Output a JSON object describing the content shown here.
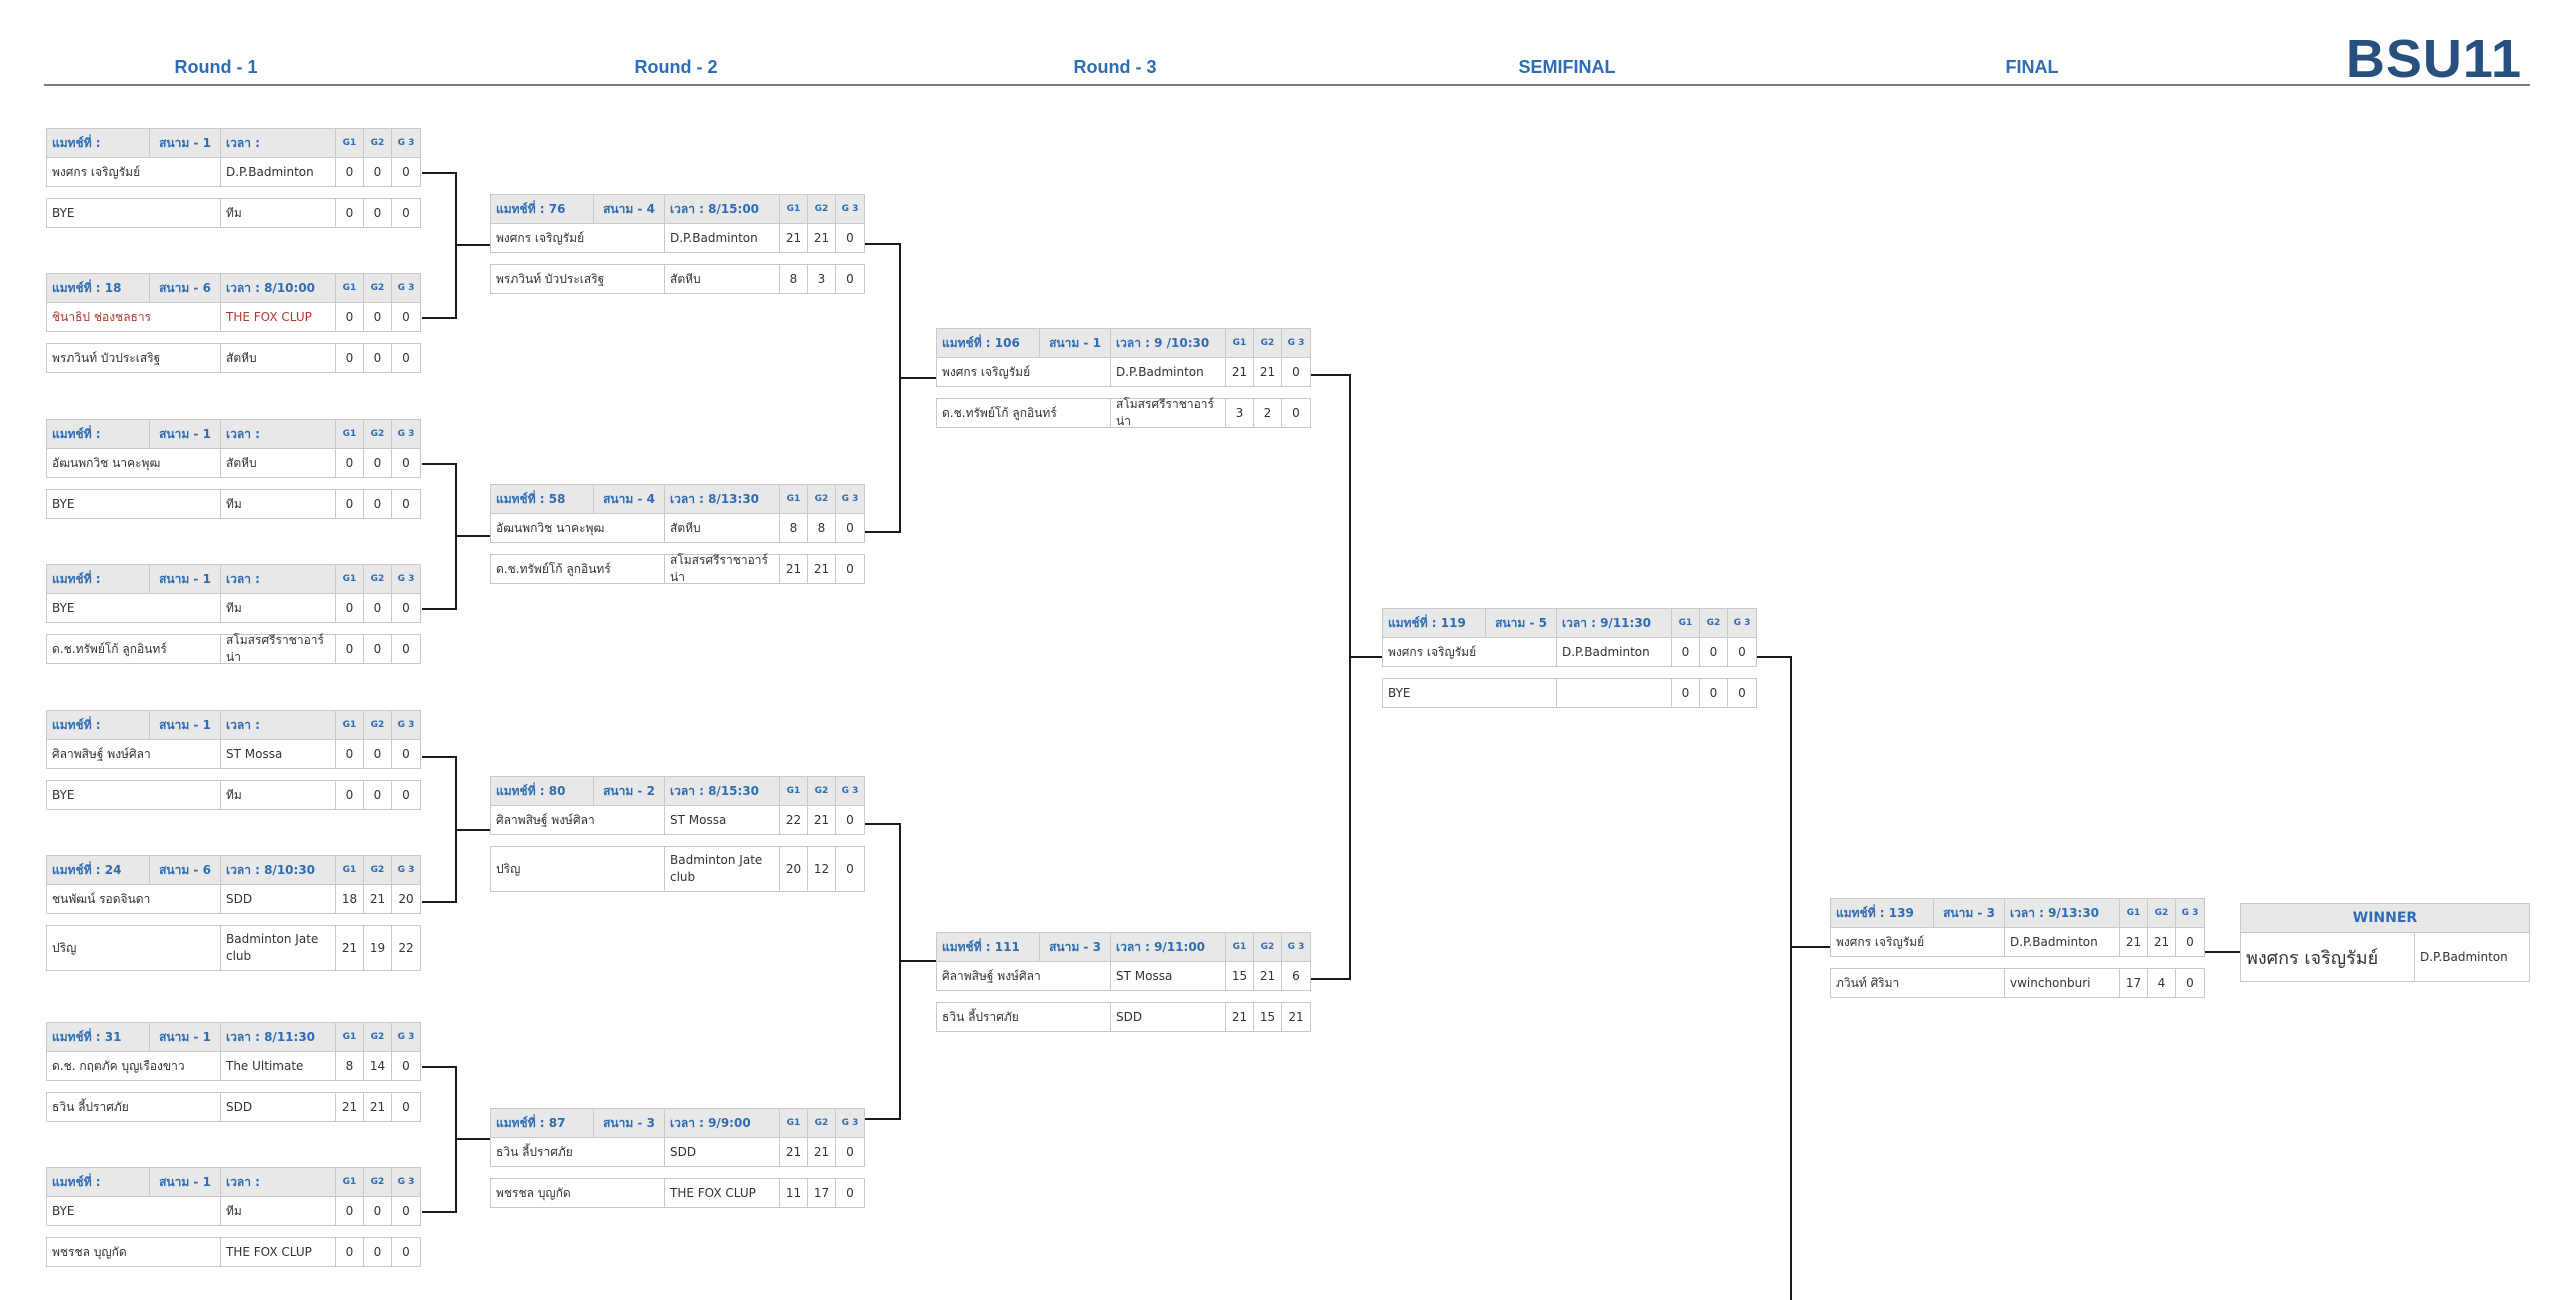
{
  "rounds": [
    "Round - 1",
    "Round - 2",
    "Round - 3",
    "SEMIFINAL",
    "FINAL"
  ],
  "event": "BSU11",
  "labels": {
    "g1": "G1",
    "g2": "G2",
    "g3": "G 3"
  },
  "matches": [
    {
      "no": "แมทช์ที่ :",
      "court": "สนาม - 1",
      "time": "เวลา :",
      "p1": {
        "name": "พงศกร เจริญรัมย์",
        "club": "D.P.Badminton",
        "s": [
          "0",
          "0",
          "0"
        ]
      },
      "p2": {
        "name": "BYE",
        "club": "ทีม",
        "s": [
          "0",
          "0",
          "0"
        ]
      }
    },
    {
      "no": "แมทช์ที่ : 18",
      "court": "สนาม - 6",
      "time": "เวลา : 8/10:00",
      "p1": {
        "name": "ชินาธิป ช่องชลธาร",
        "club": "THE FOX CLUP",
        "s": [
          "0",
          "0",
          "0"
        ]
      },
      "p2": {
        "name": "พรภวินท์ บัวประเสริฐ",
        "club": "สัตหีบ",
        "s": [
          "0",
          "0",
          "0"
        ]
      }
    },
    {
      "no": "แมทช์ที่ :",
      "court": "สนาม - 1",
      "time": "เวลา :",
      "p1": {
        "name": "อัฒนพกวิช นาคะพุฒ",
        "club": "สัตหีบ",
        "s": [
          "0",
          "0",
          "0"
        ]
      },
      "p2": {
        "name": "BYE",
        "club": "ทีม",
        "s": [
          "0",
          "0",
          "0"
        ]
      }
    },
    {
      "no": "แมทช์ที่ :",
      "court": "สนาม - 1",
      "time": "เวลา :",
      "p1": {
        "name": "BYE",
        "club": "ทีม",
        "s": [
          "0",
          "0",
          "0"
        ]
      },
      "p2": {
        "name": "ด.ช.ทรัพย์โก้ ลูกอินทร์",
        "club": "สโมสรศรีราชาอาร์น่า",
        "s": [
          "0",
          "0",
          "0"
        ]
      }
    },
    {
      "no": "แมทช์ที่ :",
      "court": "สนาม - 1",
      "time": "เวลา :",
      "p1": {
        "name": "ศิลาพสิษฐ์ พงษ์ศิลา",
        "club": "ST Mossa",
        "s": [
          "0",
          "0",
          "0"
        ]
      },
      "p2": {
        "name": "BYE",
        "club": "ทีม",
        "s": [
          "0",
          "0",
          "0"
        ]
      }
    },
    {
      "no": "แมทช์ที่ : 24",
      "court": "สนาม - 6",
      "time": "เวลา : 8/10:30",
      "p1": {
        "name": "ชนพัฒน์ รอดจินดา",
        "club": "SDD",
        "s": [
          "18",
          "21",
          "20"
        ]
      },
      "p2": {
        "name": "ปริญ",
        "club": "Badminton Jate club",
        "s": [
          "21",
          "19",
          "22"
        ]
      }
    },
    {
      "no": "แมทช์ที่ : 31",
      "court": "สนาม - 1",
      "time": "เวลา : 8/11:30",
      "p1": {
        "name": "ด.ช. กฤตภัค บุญเรืองขาว",
        "club": "The Ultimate",
        "s": [
          "8",
          "14",
          "0"
        ]
      },
      "p2": {
        "name": "ธวิน ลี้ปราศภัย",
        "club": "SDD",
        "s": [
          "21",
          "21",
          "0"
        ]
      }
    },
    {
      "no": "แมทช์ที่ :",
      "court": "สนาม - 1",
      "time": "เวลา :",
      "p1": {
        "name": "BYE",
        "club": "ทีม",
        "s": [
          "0",
          "0",
          "0"
        ]
      },
      "p2": {
        "name": "พชรชล บุญกัด",
        "club": "THE FOX CLUP",
        "s": [
          "0",
          "0",
          "0"
        ]
      }
    },
    {
      "no": "แมทช์ที่ : 76",
      "court": "สนาม - 4",
      "time": "เวลา : 8/15:00",
      "p1": {
        "name": "พงศกร เจริญรัมย์",
        "club": "D.P.Badminton",
        "s": [
          "21",
          "21",
          "0"
        ]
      },
      "p2": {
        "name": "พรภวินท์ บัวประเสริฐ",
        "club": "สัตหีบ",
        "s": [
          "8",
          "3",
          "0"
        ]
      }
    },
    {
      "no": "แมทช์ที่ : 58",
      "court": "สนาม - 4",
      "time": "เวลา : 8/13:30",
      "p1": {
        "name": "อัฒนพกวิช นาคะพุฒ",
        "club": "สัตหีบ",
        "s": [
          "8",
          "8",
          "0"
        ]
      },
      "p2": {
        "name": "ด.ช.ทรัพย์โก้ ลูกอินทร์",
        "club": "สโมสรศรีราชาอาร์น่า",
        "s": [
          "21",
          "21",
          "0"
        ]
      }
    },
    {
      "no": "แมทช์ที่ : 80",
      "court": "สนาม - 2",
      "time": "เวลา : 8/15:30",
      "p1": {
        "name": "ศิลาพสิษฐ์ พงษ์ศิลา",
        "club": "ST Mossa",
        "s": [
          "22",
          "21",
          "0"
        ]
      },
      "p2": {
        "name": "ปริญ",
        "club": "Badminton Jate club",
        "s": [
          "20",
          "12",
          "0"
        ]
      }
    },
    {
      "no": "แมทช์ที่ : 87",
      "court": "สนาม - 3",
      "time": "เวลา : 9/9:00",
      "p1": {
        "name": "ธวิน ลี้ปราศภัย",
        "club": "SDD",
        "s": [
          "21",
          "21",
          "0"
        ]
      },
      "p2": {
        "name": "พชรชล บุญกัด",
        "club": "THE FOX CLUP",
        "s": [
          "11",
          "17",
          "0"
        ]
      }
    },
    {
      "no": "แมทช์ที่ : 106",
      "court": "สนาม - 1",
      "time": "เวลา : 9 /10:30",
      "p1": {
        "name": "พงศกร เจริญรัมย์",
        "club": "D.P.Badminton",
        "s": [
          "21",
          "21",
          "0"
        ]
      },
      "p2": {
        "name": "ด.ช.ทรัพย์โก้ ลูกอินทร์",
        "club": "สโมสรศรีราชาอาร์น่า",
        "s": [
          "3",
          "2",
          "0"
        ]
      }
    },
    {
      "no": "แมทช์ที่ : 111",
      "court": "สนาม - 3",
      "time": "เวลา : 9/11:00",
      "p1": {
        "name": "ศิลาพสิษฐ์ พงษ์ศิลา",
        "club": "ST Mossa",
        "s": [
          "15",
          "21",
          "6"
        ]
      },
      "p2": {
        "name": "ธวิน ลี้ปราศภัย",
        "club": "SDD",
        "s": [
          "21",
          "15",
          "21"
        ]
      }
    },
    {
      "no": "แมทช์ที่ : 119",
      "court": "สนาม - 5",
      "time": "เวลา : 9/11:30",
      "p1": {
        "name": "พงศกร เจริญรัมย์",
        "club": "D.P.Badminton",
        "s": [
          "0",
          "0",
          "0"
        ]
      },
      "p2": {
        "name": "BYE",
        "club": "",
        "s": [
          "0",
          "0",
          "0"
        ]
      }
    },
    {
      "no": "แมทช์ที่ : 139",
      "court": "สนาม - 3",
      "time": "เวลา : 9/13:30",
      "p1": {
        "name": "พงศกร เจริญรัมย์",
        "club": "D.P.Badminton",
        "s": [
          "21",
          "21",
          "0"
        ]
      },
      "p2": {
        "name": "ภวินท์ ศิริมา",
        "club": "vwinchonburi",
        "s": [
          "17",
          "4",
          "0"
        ]
      }
    }
  ],
  "winner": {
    "title": "WINNER",
    "name": "พงศกร เจริญรัมย์",
    "club": "D.P.Badminton"
  },
  "colors": {
    "accent": "#2e6db4",
    "brand": "#27507e",
    "header_bg": "#e8e8e8",
    "highlight": "#b03a2e"
  }
}
